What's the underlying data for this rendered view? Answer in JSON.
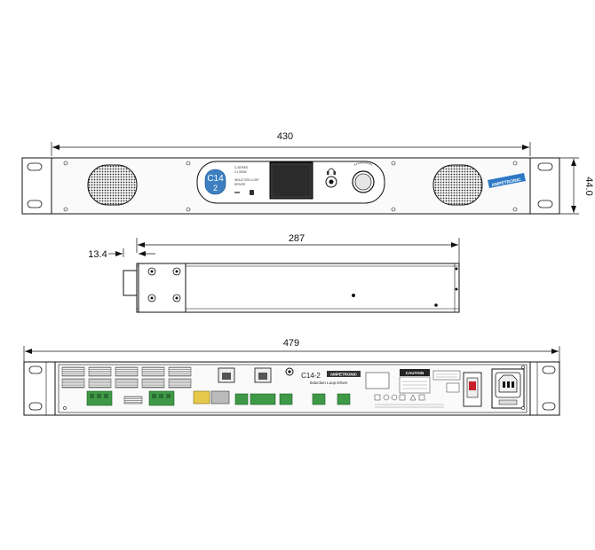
{
  "dimensions": {
    "front_width": "430",
    "front_height": "44.0",
    "side_depth": "287",
    "side_offset": "13.4",
    "rear_width": "479"
  },
  "front_panel": {
    "model_top": "C14",
    "model_bottom": "2",
    "brand": "AMPETRONIC",
    "info_lines": [
      "C-SERIES",
      "2 x 500W",
      "INDUCTION LOOP",
      "DRIVER"
    ]
  },
  "rear_panel": {
    "model": "C14-2",
    "brand": "AMPETRONIC",
    "subtitle": "Induction Loop Driver",
    "caution": "CAUTION"
  },
  "colors": {
    "line": "#1a1a1a",
    "panel": "#f4f4f4",
    "screen": "#2b2b2b",
    "badge_blue": "#3d7fc1",
    "logo_blue": "#2e79c5",
    "connector_green": "#3f9a47",
    "switch_red": "#c8202a"
  }
}
